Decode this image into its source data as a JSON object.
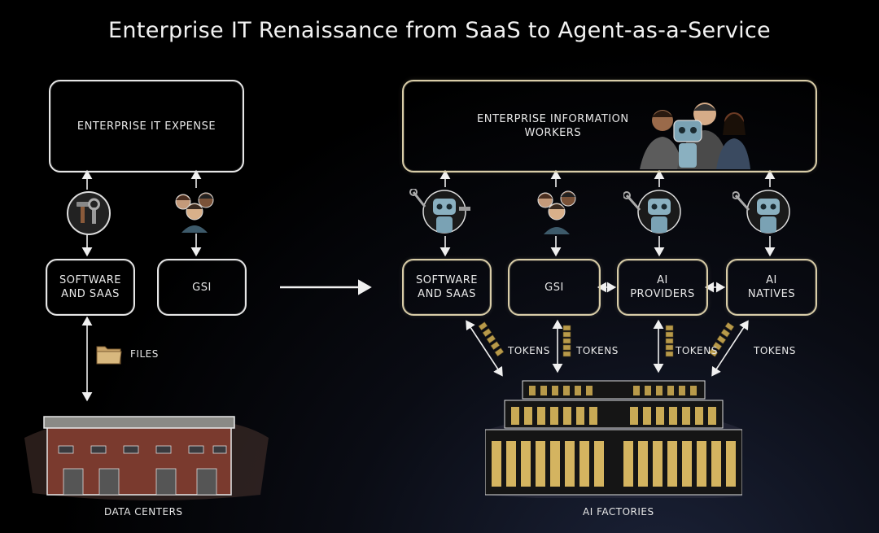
{
  "title": "Enterprise IT Renaissance from SaaS to Agent-as-a-Service",
  "left": {
    "top_box": "ENTERPRISE IT EXPENSE",
    "software_box": "SOFTWARE\nAND SAAS",
    "gsi_box": "GSI",
    "files_label": "FILES",
    "bottom_label": "DATA CENTERS"
  },
  "right": {
    "top_box": "ENTERPRISE INFORMATION\nWORKERS",
    "boxes": [
      "SOFTWARE\nAND SAAS",
      "GSI",
      "AI\nPROVIDERS",
      "AI\nNATIVES"
    ],
    "tokens_label": "TOKENS",
    "bottom_label": "AI FACTORIES"
  },
  "icons": {
    "tools": "wrench-hammer-icon",
    "people": "people-group-icon",
    "robot": "robot-icon",
    "files": "folder-icon",
    "data_center": "building-icon",
    "ai_factory": "server-rack-icon"
  }
}
